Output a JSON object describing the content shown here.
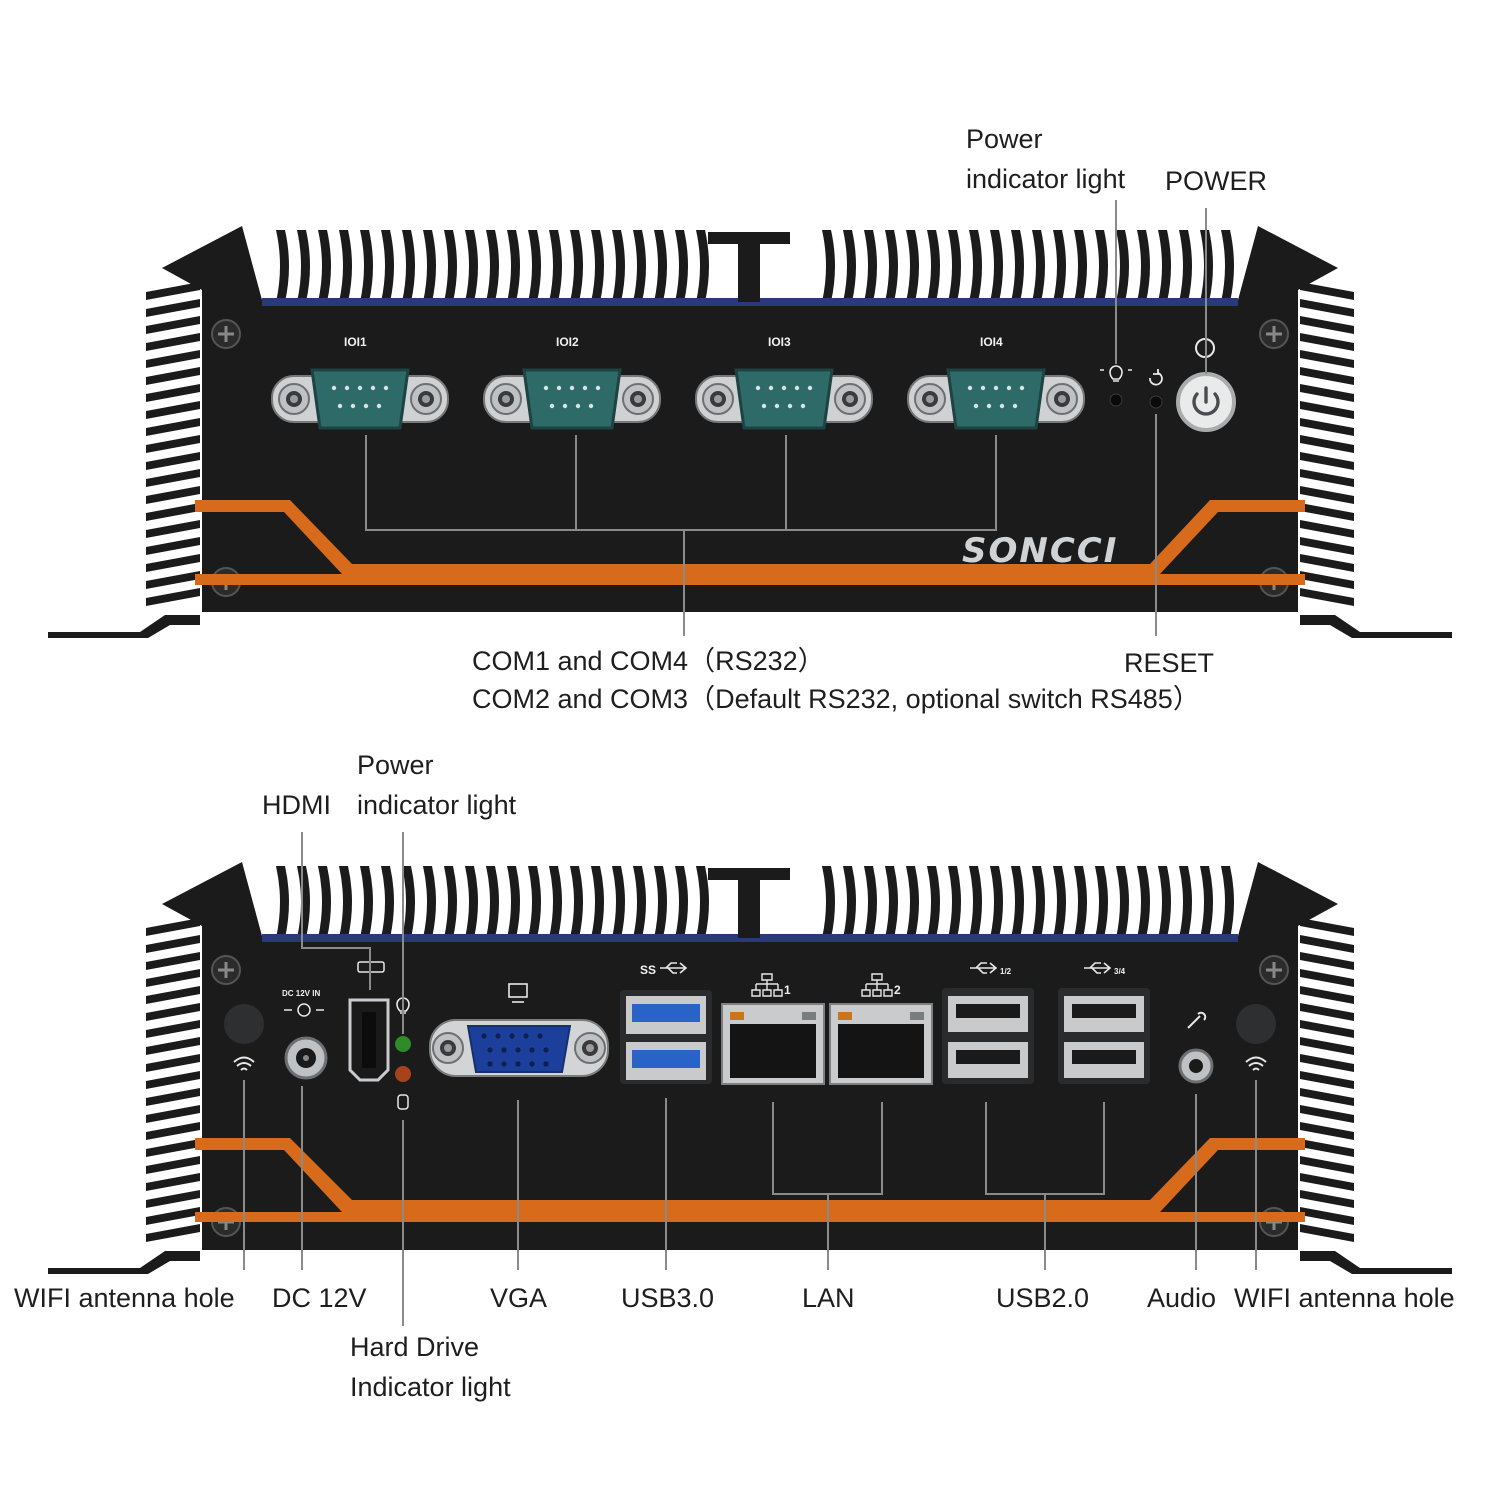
{
  "front_panel": {
    "brand": "SONCCI",
    "port_glyphs": [
      "IOI1",
      "IOI2",
      "IOI3",
      "IOI4"
    ],
    "labels": {
      "power_indicator_line1": "Power",
      "power_indicator_line2": "indicator light",
      "power": "POWER",
      "com_line1": "COM1 and COM4（RS232）",
      "com_line2": "COM2 and COM3（Default RS232, optional switch RS485）",
      "reset": "RESET"
    }
  },
  "rear_panel": {
    "port_markings": {
      "dc_in": "DC 12V IN",
      "usb3": "SS",
      "lan1": "1",
      "lan2": "2",
      "usb_a": "1/2",
      "usb_b": "3/4"
    },
    "labels": {
      "hdmi": "HDMI",
      "power_indicator_line1": "Power",
      "power_indicator_line2": "indicator light",
      "wifi_left": "WIFI antenna hole",
      "dc": "DC 12V",
      "vga": "VGA",
      "usb3": "USB3.0",
      "lan": "LAN",
      "usb2": "USB2.0",
      "audio": "Audio",
      "wifi_right": "WIFI antenna hole",
      "hdd_line1": "Hard Drive",
      "hdd_line2": "Indicator light"
    }
  },
  "colors": {
    "chassis": "#1b1b1c",
    "accent_stripe": "#d86a1c",
    "trim_blue": "#2a3a78",
    "db9_teal": "#2e6a68",
    "usb3_blue": "#2a63c8",
    "vga_blue": "#1d3f9c",
    "led_green": "#2f8a2a",
    "led_red": "#a8421a"
  }
}
